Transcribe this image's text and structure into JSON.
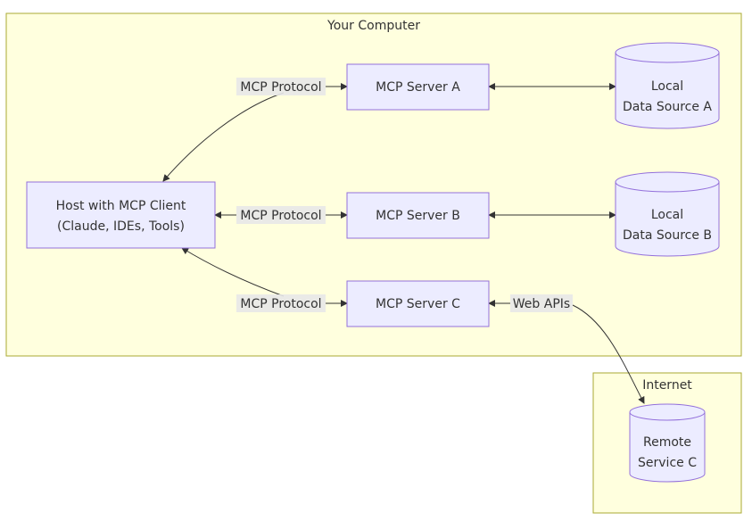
{
  "clusters": {
    "computer": "Your Computer",
    "internet": "Internet"
  },
  "nodes": {
    "host": {
      "line1": "Host with MCP Client",
      "line2": "(Claude, IDEs, Tools)"
    },
    "server_a": "MCP Server A",
    "server_b": "MCP Server B",
    "server_c": "MCP Server C",
    "data_a": {
      "line1": "Local",
      "line2": "Data Source A"
    },
    "data_b": {
      "line1": "Local",
      "line2": "Data Source B"
    },
    "remote_c": {
      "line1": "Remote",
      "line2": "Service C"
    }
  },
  "edge_labels": {
    "protocol_a": "MCP Protocol",
    "protocol_b": "MCP Protocol",
    "protocol_c": "MCP Protocol",
    "web_apis": "Web APIs"
  },
  "colors": {
    "cluster_fill": "#ffffde",
    "cluster_stroke": "#aaaa33",
    "node_fill": "#ececff",
    "node_stroke": "#9370db",
    "edge": "#333333"
  }
}
